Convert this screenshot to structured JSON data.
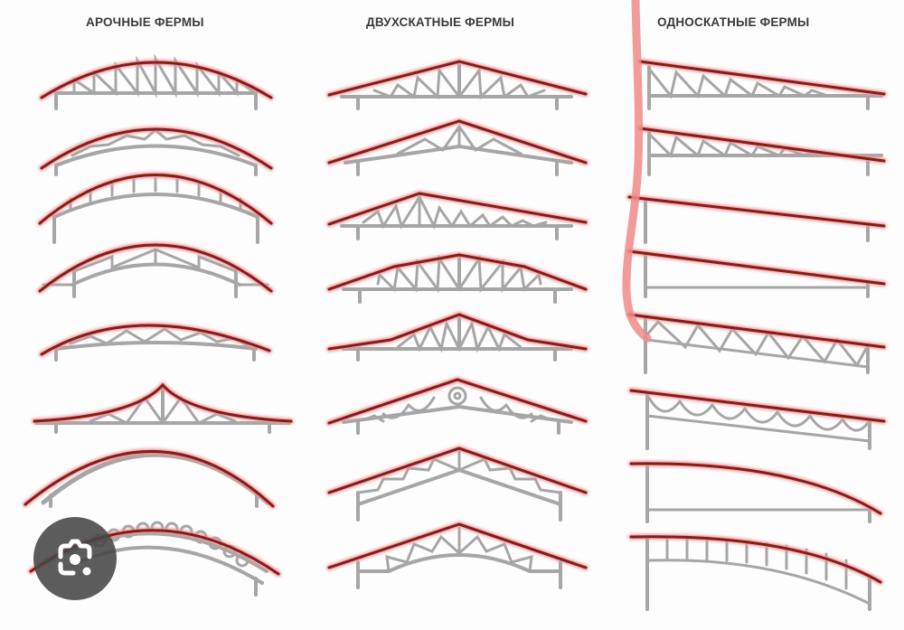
{
  "diagram": {
    "columns": [
      {
        "id": "arch",
        "title": "АРОЧНЫЕ ФЕРМЫ",
        "trusses": [
          "arch-truss-warren-verticals",
          "arch-truss-warren-curved-bottom",
          "arch-truss-vierendeel-curved",
          "arch-truss-braced-curved",
          "arch-truss-low-warren",
          "arch-truss-pointed-cusp",
          "arch-truss-solid-arch",
          "arch-truss-circular-openings"
        ]
      },
      {
        "id": "gable",
        "title": "ДВУХСКАТНЫЕ ФЕРМЫ",
        "trusses": [
          "gable-truss-howe",
          "gable-truss-fink-raised",
          "gable-truss-asymmetric",
          "gable-truss-broken-slope",
          "gable-truss-mansard",
          "gable-truss-decorative-circles",
          "gable-truss-scissor-parallel",
          "gable-truss-scissor-curved"
        ]
      },
      {
        "id": "shed",
        "title": "ОДНОСКАТНЫЕ ФЕРМЫ",
        "trusses": [
          "shed-truss-pratt",
          "shed-truss-pratt-low",
          "shed-truss-beam-column",
          "shed-truss-tie-rod",
          "shed-truss-warren-sloped-bottom",
          "shed-truss-arched-openings",
          "shed-truss-curved-tie",
          "shed-truss-curved-vierendeel"
        ]
      }
    ],
    "colors": {
      "top_chord": "#8b1a1a",
      "top_chord_glow": "#e89a9a",
      "web_members": "#a6a6a6",
      "annotation_stroke": "#f08a8a",
      "title_text": "#3a3a3a"
    }
  },
  "overlay": {
    "lens_button": {
      "icon": "lens-camera-icon",
      "label": "Search image"
    }
  }
}
